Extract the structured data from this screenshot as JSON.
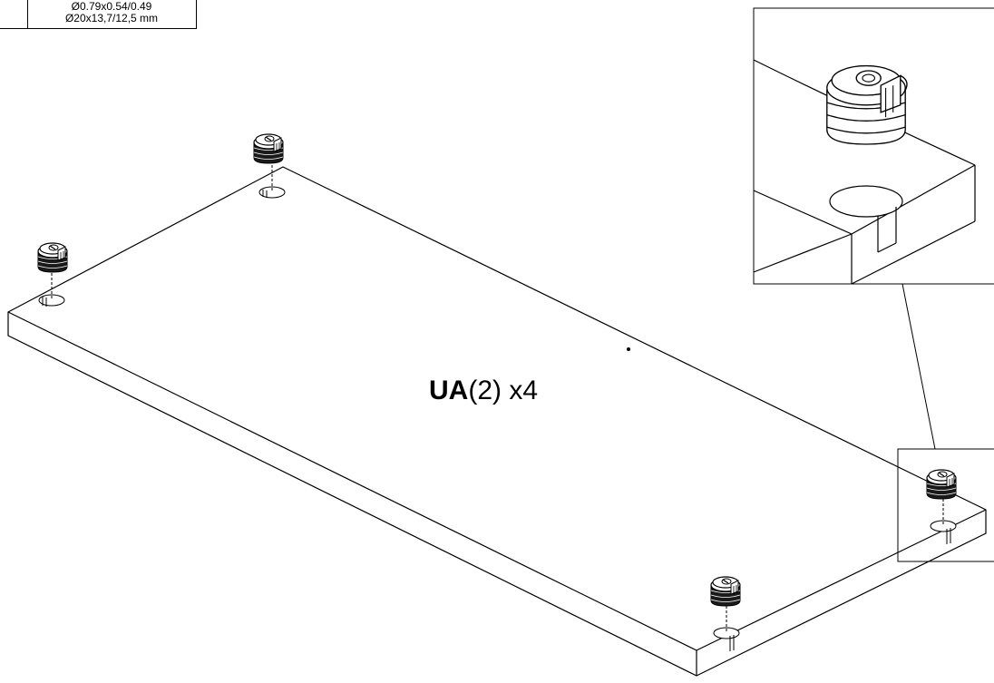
{
  "spec": {
    "imperial": "Ø0.79x0.54/0.49",
    "metric": "Ø20x13,7/12,5 mm"
  },
  "part": {
    "code": "UA",
    "qty_paren": "(2)",
    "multiplier": " x4"
  },
  "hardware": {
    "name": "cam-lock",
    "count_shown": 4
  }
}
